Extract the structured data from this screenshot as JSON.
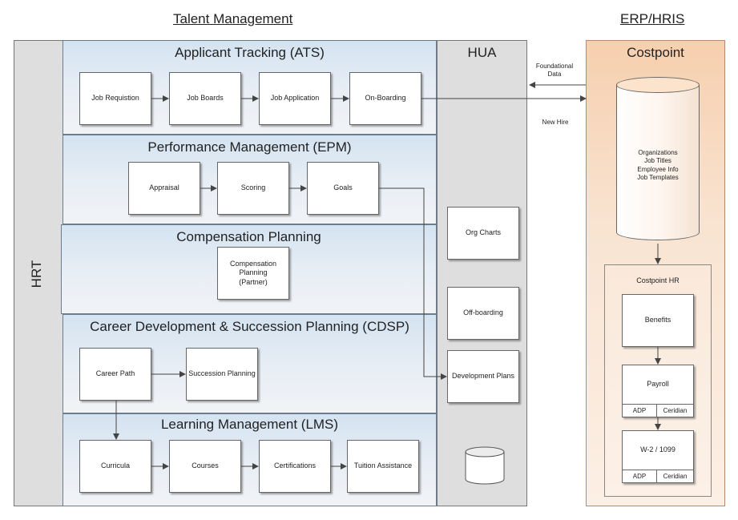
{
  "headings": {
    "talent_management": "Talent Management",
    "erp_hris": "ERP/HRIS"
  },
  "hrt_label": "HRT",
  "hua_label": "HUA",
  "sections": {
    "ats": {
      "title": "Applicant Tracking (ATS)",
      "boxes": [
        "Job Requistion",
        "Job Boards",
        "Job Application",
        "On-Boarding"
      ]
    },
    "epm": {
      "title": "Performance Management (EPM)",
      "boxes": [
        "Appraisal",
        "Scoring",
        "Goals"
      ]
    },
    "comp": {
      "title": "Compensation Planning",
      "box_lines": [
        "Compensation",
        "Planning",
        "(Partner)"
      ]
    },
    "cdsp": {
      "title": "Career Development & Succession Planning (CDSP)",
      "boxes": [
        "Career Path",
        "Succession Planning"
      ]
    },
    "lms": {
      "title": "Learning Management (LMS)",
      "boxes": [
        "Curricula",
        "Courses",
        "Certifications",
        "Tuition Assistance"
      ]
    }
  },
  "hua_boxes": [
    "Org Charts",
    "Off-boarding",
    "Development Plans"
  ],
  "interface": {
    "foundational_lines": [
      "Foundational",
      "Data"
    ],
    "new_hire": "New Hire"
  },
  "costpoint": {
    "title": "Costpoint",
    "db_items": [
      "Organizations",
      "Job Titles",
      "Employee Info",
      "Job Templates"
    ],
    "hr_title": "Costpoint HR",
    "benefits": "Benefits",
    "payroll": "Payroll",
    "w2": "W-2 / 1099",
    "providers": [
      "ADP",
      "Ceridian"
    ]
  },
  "colors": {
    "section_blue": "#d4e3f1",
    "panel_grey": "#dedede",
    "erp_orange": "#f6cfae",
    "line": "#444444"
  }
}
